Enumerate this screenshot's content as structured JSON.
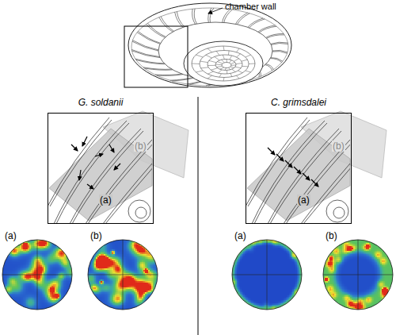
{
  "diagram": {
    "nodes": [
      {
        "text": [
          "G. soldanii",
          "(b)",
          "(a)"
        ]
      },
      {
        "text": [
          "C. grimsdalei",
          "(b)",
          "(a)"
        ]
      },
      {
        "text": [
          "(a)"
        ]
      },
      {
        "text": [
          "(b)"
        ]
      },
      {
        "text": [
          "(a)"
        ]
      },
      {
        "text": [
          "(b)"
        ]
      }
    ],
    "labels": [
      "chamber wall"
    ]
  }
}
